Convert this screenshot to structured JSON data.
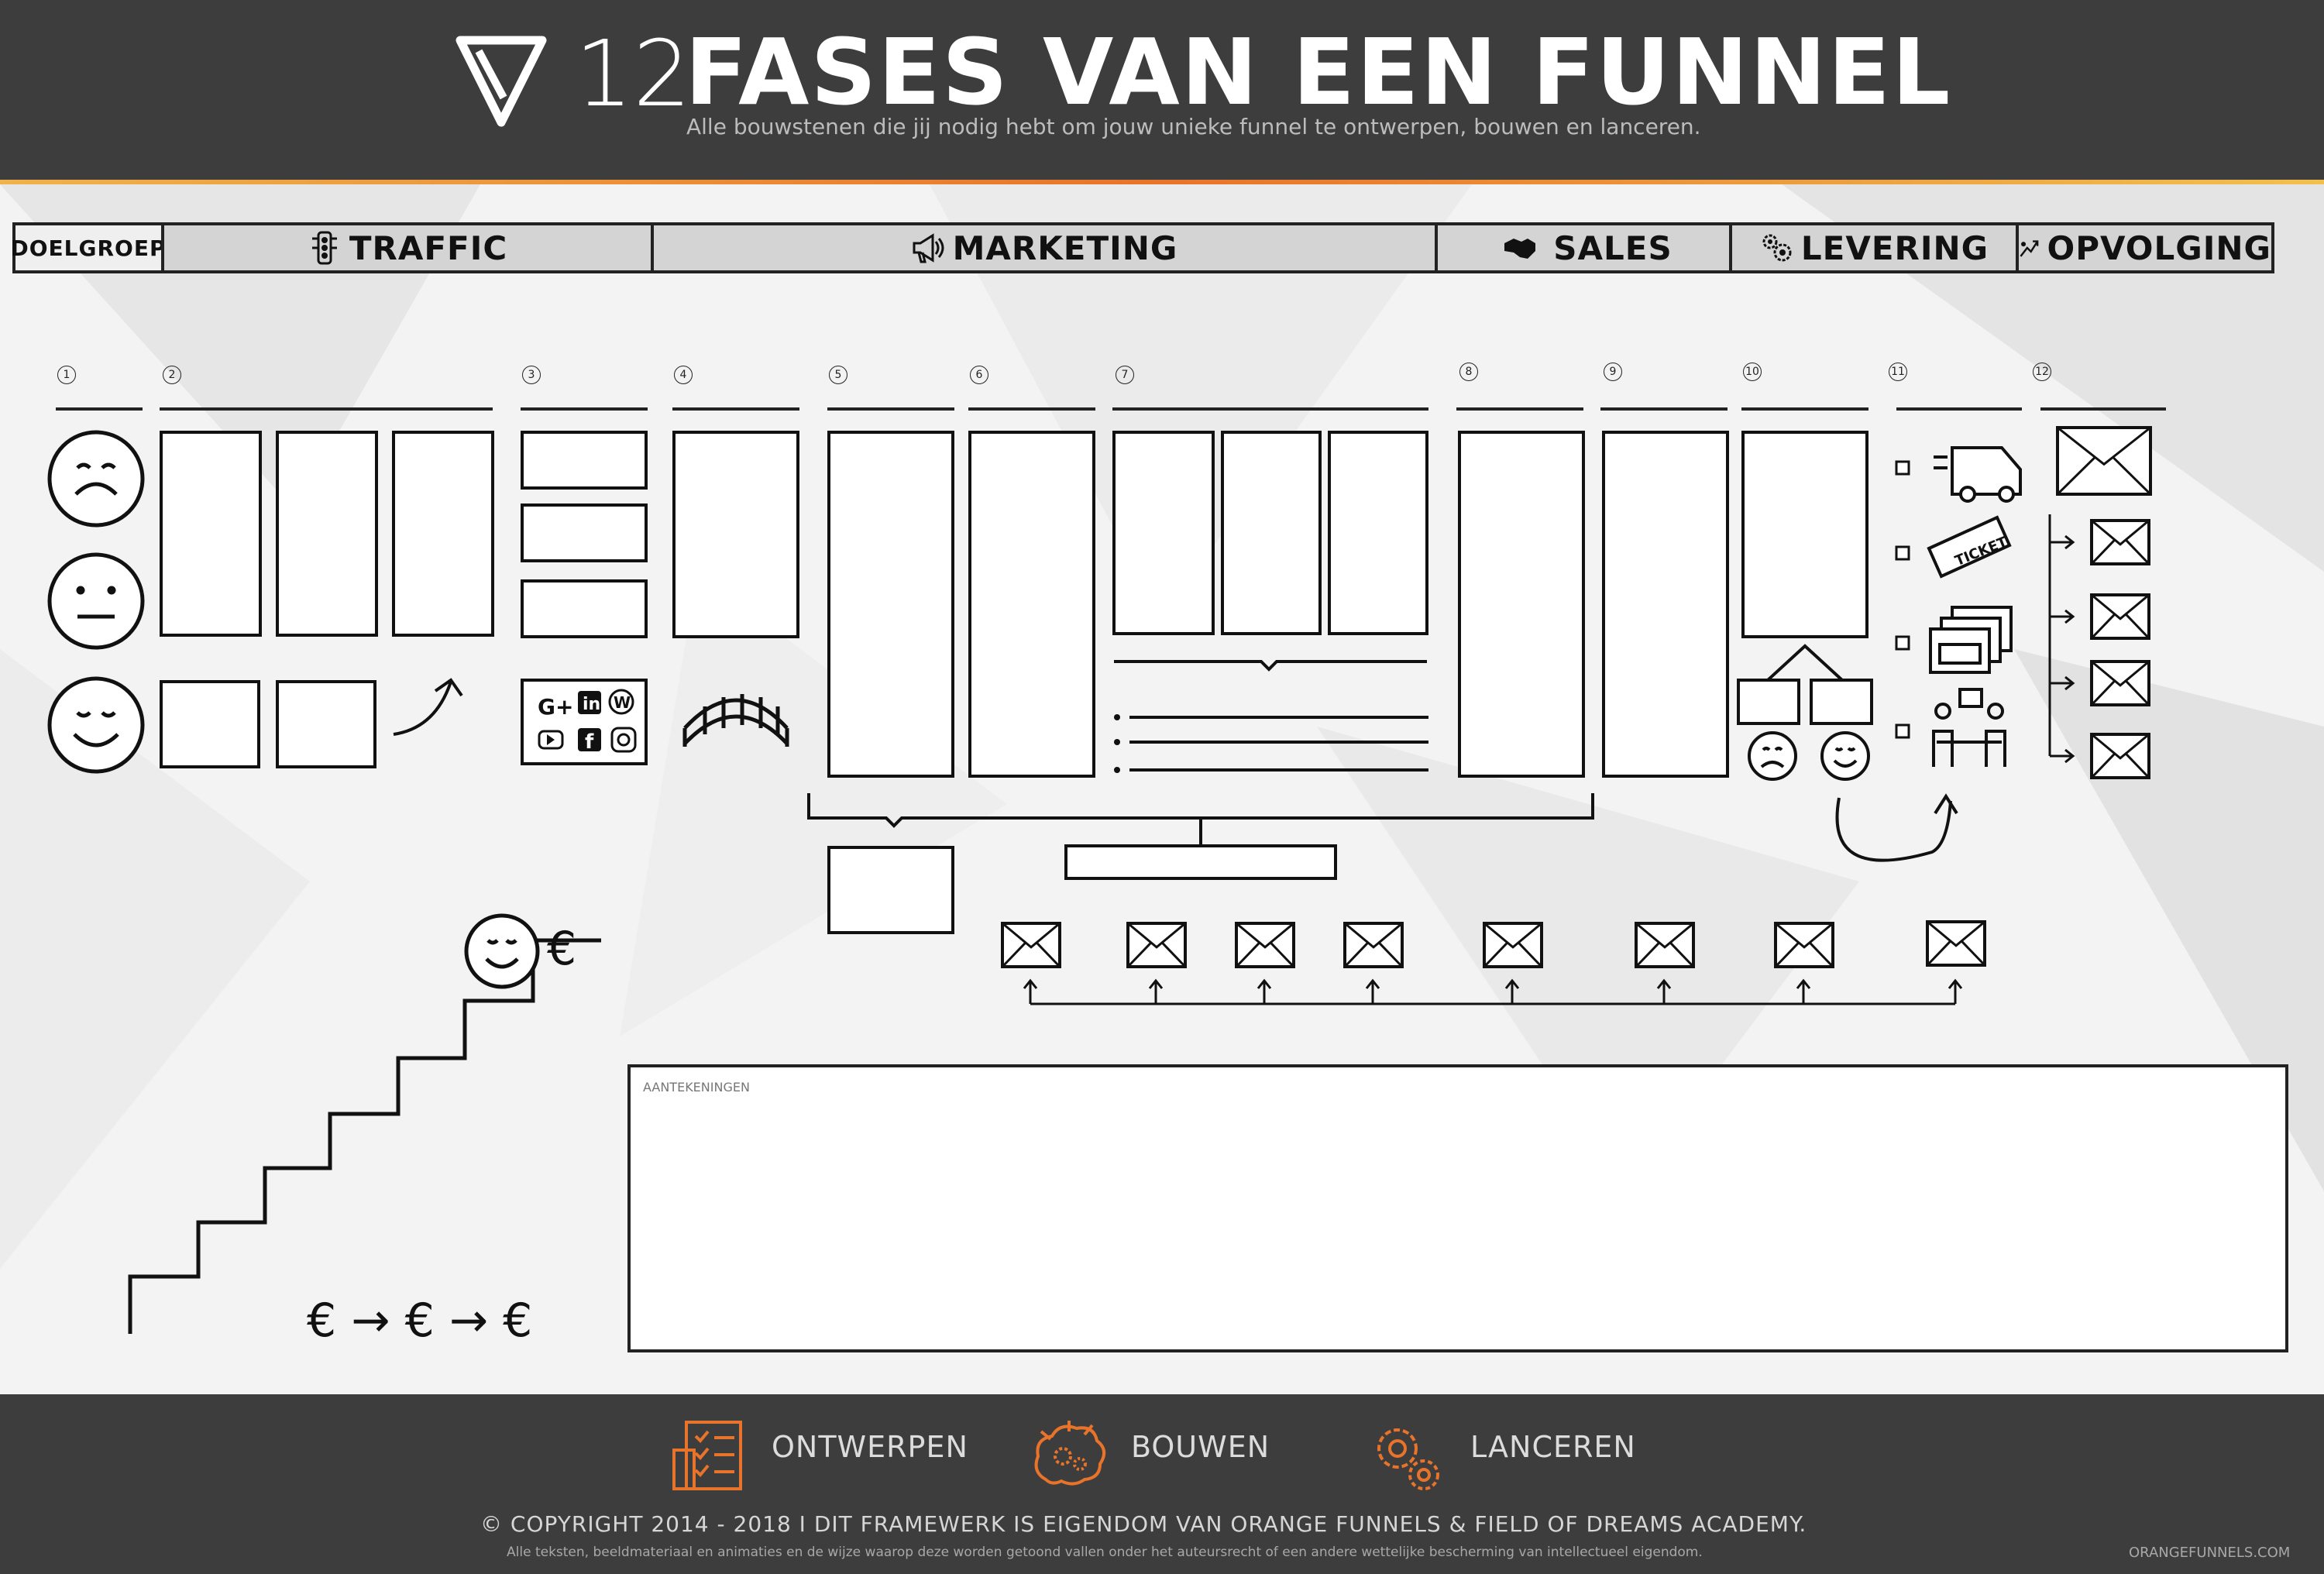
{
  "header": {
    "title_number": "12",
    "title": "FASES VAN EEN FUNNEL",
    "subtitle": "Alle bouwstenen die jij nodig hebt om jouw unieke funnel te ontwerpen, bouwen en lanceren."
  },
  "phases": [
    {
      "label": "DOELGROEP",
      "icon": ""
    },
    {
      "label": "TRAFFIC",
      "icon": "traffic-light-icon"
    },
    {
      "label": "MARKETING",
      "icon": "megaphone-icon"
    },
    {
      "label": "SALES",
      "icon": "handshake-icon"
    },
    {
      "label": "LEVERING",
      "icon": "gears-icon"
    },
    {
      "label": "OPVOLGING",
      "icon": "trend-arrow-icon"
    }
  ],
  "steps": [
    "1",
    "2",
    "3",
    "4",
    "5",
    "6",
    "7",
    "8",
    "9",
    "10",
    "11",
    "12"
  ],
  "delivery_icons": [
    "delivery-truck-icon",
    "ticket-icon",
    "browser-windows-icon",
    "meeting-people-icon"
  ],
  "ticket_text": "TICKET",
  "euro_sign": "€",
  "euro_flow": "€ → € → €",
  "notes_label": "AANTEKENINGEN",
  "footer": {
    "steps": [
      {
        "label": "ONTWERPEN",
        "icon": "checklist-icon"
      },
      {
        "label": "BOUWEN",
        "icon": "brain-gears-icon"
      },
      {
        "label": "LANCEREN",
        "icon": "gears-icon"
      }
    ],
    "copyright_symbol": "©",
    "copyright": "COPYRIGHT 2014 - 2018 I DIT FRAMEWERK IS EIGENDOM VAN ORANGE FUNNELS & FIELD OF DREAMS ACADEMY.",
    "fine_print": "Alle teksten, beeldmateriaal en animaties en de wijze waarop deze worden getoond vallen onder het auteursrecht of een andere wettelijke bescherming van intellectueel eigendom.",
    "site": "ORANGEFUNNELS.COM"
  },
  "colors": {
    "header_bg": "#3d3d3d",
    "accent_orange": "#e8732a",
    "phase_bar_bg": "#d4d4d4",
    "ink": "#222222"
  }
}
